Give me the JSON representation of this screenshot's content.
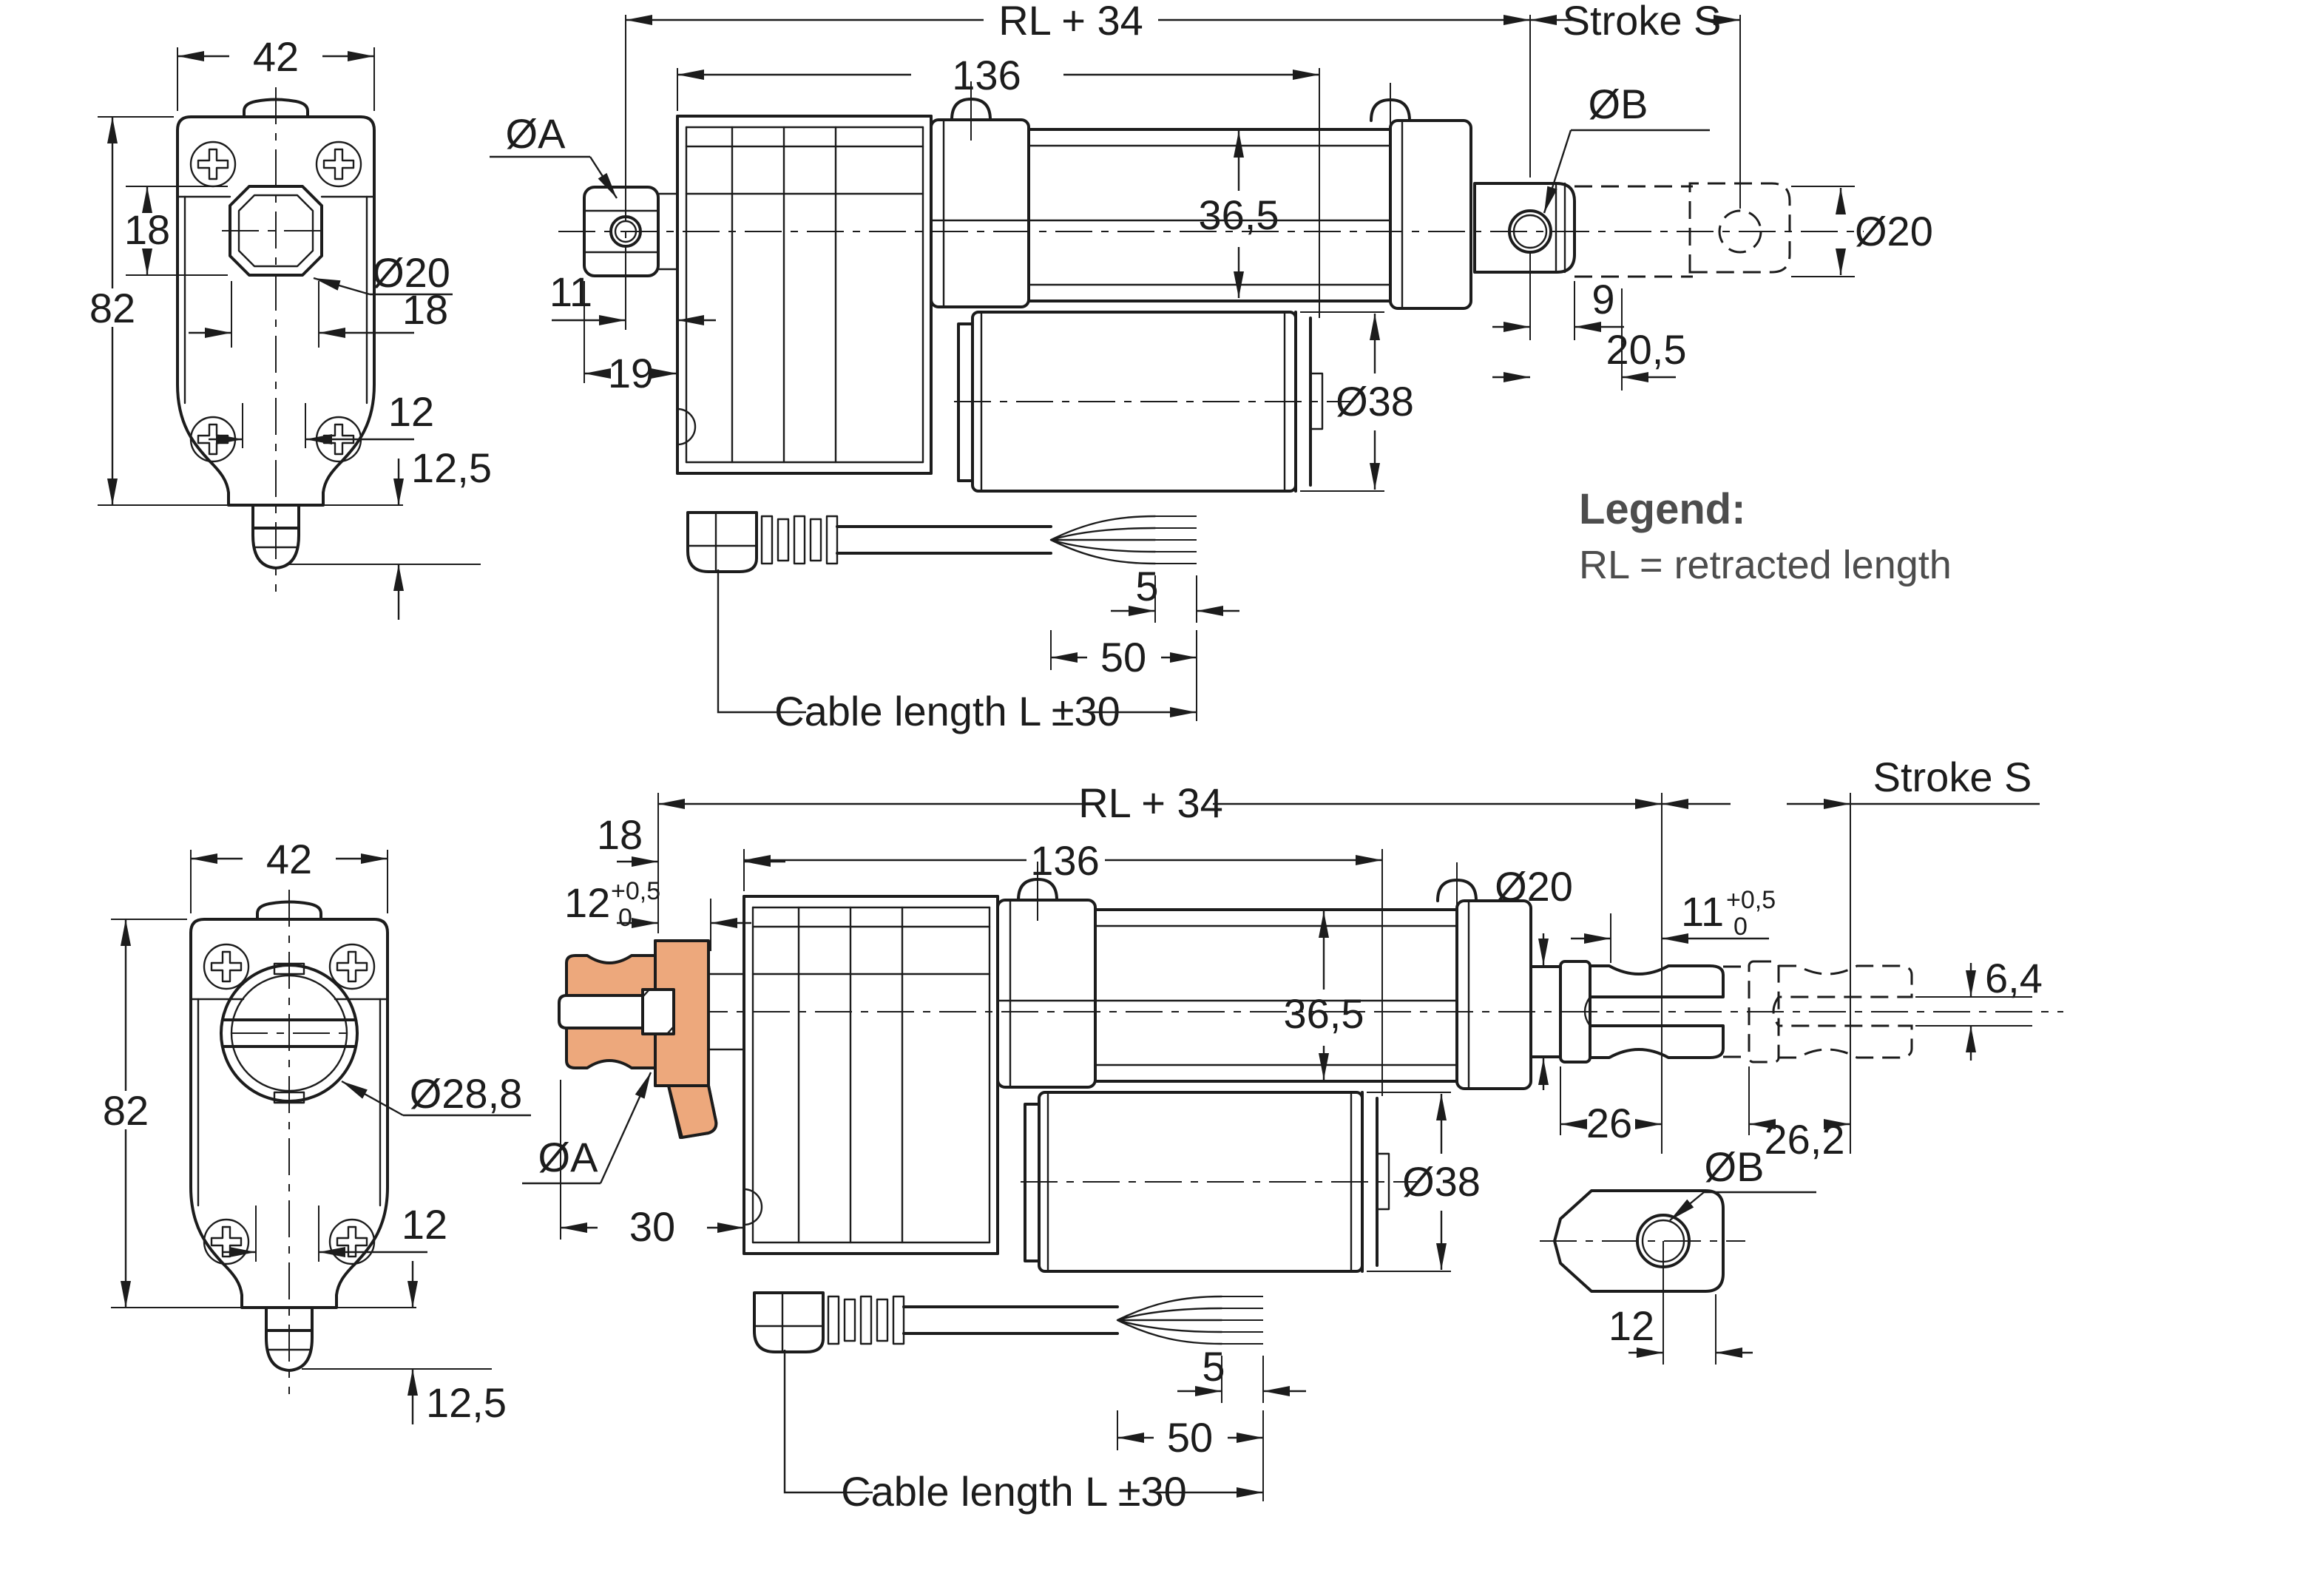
{
  "drawing": {
    "colors": {
      "ink": "#1c1c1c",
      "highlight": "#EDA87C",
      "legend_text": "#4d4d4d",
      "background": "#ffffff"
    },
    "legend": {
      "title": "Legend:",
      "definition": "RL = retracted length"
    },
    "top_end_view": {
      "width": "42",
      "bore_height": "18",
      "height": "82",
      "boss_dia": "Ø20",
      "boss_width": "18",
      "screw_span": "12",
      "plunger_proj": "12,5"
    },
    "top_side_view": {
      "overall_length": "RL + 34",
      "stroke": "Stroke S",
      "housing_length": "136",
      "front_pin_dia": "ØA",
      "rear_pin_dia": "ØB",
      "pin_to_face": "11",
      "front_depth": "19",
      "tube_dia": "36,5",
      "motor_dia": "Ø38",
      "rod_dia": "Ø20",
      "hole_to_shoulder": "9",
      "hole_to_tip": "20,5",
      "bare_wire": "5",
      "wire_fan": "50",
      "cable_length": "Cable length L ±30"
    },
    "bottom_end_view": {
      "width": "42",
      "height": "82",
      "boss_dia": "Ø28,8",
      "screw_span": "12",
      "plunger_proj": "12,5"
    },
    "bottom_side_view": {
      "overall_length": "RL + 34",
      "stroke": "Stroke S",
      "housing_length": "136",
      "pin_to_face": "18",
      "slot_nominal": "12",
      "slot_tol_plus": "+0,5",
      "slot_tol_zero": "0",
      "rod_dia": "Ø20",
      "depth_nominal": "11",
      "depth_tol_plus": "+0,5",
      "depth_tol_zero": "0",
      "slot_width": "6,4",
      "tube_dia": "36,5",
      "motor_dia": "Ø38",
      "front_pin_dia": "ØA",
      "front_length": "30",
      "fork_retracted": "26",
      "fork_extended": "26,2",
      "rear_pin_dia": "ØB",
      "eye_offset": "12",
      "bare_wire": "5",
      "wire_fan": "50",
      "cable_length": "Cable length L ±30"
    }
  }
}
